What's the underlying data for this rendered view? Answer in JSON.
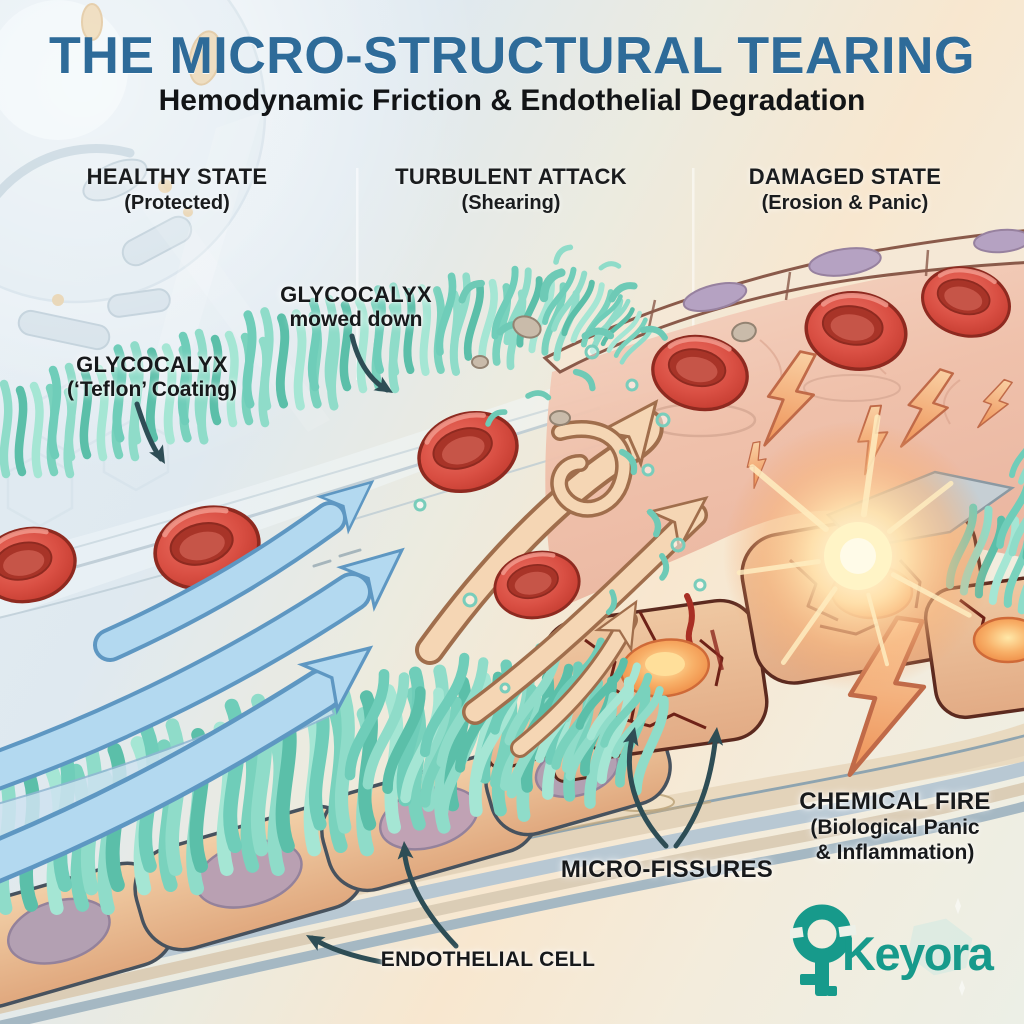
{
  "title": "THE MICRO-STRUCTURAL TEARING",
  "subtitle": "Hemodynamic Friction & Endothelial Degradation",
  "columns": [
    {
      "label": "HEALTHY STATE",
      "sublabel": "(Protected)"
    },
    {
      "label": "TURBULENT ATTACK",
      "sublabel": "(Shearing)"
    },
    {
      "label": "DAMAGED STATE",
      "sublabel": "(Erosion & Panic)"
    }
  ],
  "annotations": {
    "glycocalyx_healthy": {
      "line1": "GLYCOCALYX",
      "line2": "(‘Teflon’ Coating)"
    },
    "glycocalyx_mowed": {
      "line1": "GLYCOCALYX",
      "line2": "mowed down"
    },
    "micro_fissures": {
      "label": "MICRO-FISSURES"
    },
    "chemical_fire": {
      "line1": "CHEMICAL FIRE",
      "line2": "(Biological Panic",
      "line3": "& Inflammation)"
    },
    "endothelial_cell": {
      "label": "ENDOTHELIAL CELL"
    }
  },
  "logo": {
    "name": "Keyora",
    "icon": "key-cell-icon"
  },
  "colors": {
    "title_blue": "#2e6b99",
    "text_dark": "#17191b",
    "annotation_arrow": "#2e4d55",
    "glycocalyx_teal": "#6ecab6",
    "rbc_red": "#d2473b",
    "flow_arrow_blue": "#b3d9f0",
    "turbulent_peach": "#f5d6b4",
    "fire_orange": "#f8b578",
    "bolt_orange": "#ef9a62",
    "vessel_pink": "#eeb49e",
    "logo_teal": "#179a8b"
  }
}
